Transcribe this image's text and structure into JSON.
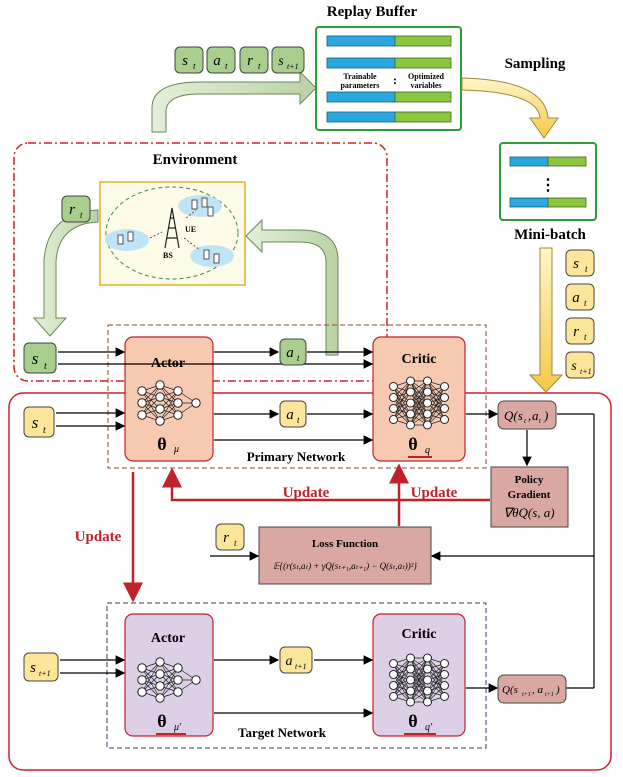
{
  "replay_buffer": {
    "title": "Replay Buffer",
    "left_caption": "Trainable parameters",
    "left_caption_1": "Trainable",
    "left_caption_2": "parameters",
    "right_caption_1": "Optimized",
    "right_caption_2": "variables",
    "dots": ":"
  },
  "sampling_label": "Sampling",
  "minibatch_label": "Mini-batch",
  "minibatch_dots": "⋮",
  "environment": {
    "title": "Environment",
    "ue_label": "UE",
    "bs_label": "BS"
  },
  "tuple": {
    "s": "s",
    "s_sub": "t",
    "a": "a",
    "a_sub": "t",
    "r": "r",
    "r_sub": "t",
    "s_next": "s",
    "s_next_sub": "t+1"
  },
  "primary_network": {
    "title": "Primary Network",
    "actor_label": "Actor",
    "actor_param": "θ",
    "actor_param_sub": "μ",
    "critic_label": "Critic",
    "critic_param": "θ",
    "critic_param_sub": "q"
  },
  "target_network": {
    "title": "Target Network",
    "actor_label": "Actor",
    "actor_param": "θ",
    "actor_param_sub": "μ'",
    "critic_label": "Critic",
    "critic_param": "θ",
    "critic_param_sub": "q'"
  },
  "q_primary": "Q(s",
  "q_target": "Q(s",
  "policy_gradient": {
    "line1": "Policy",
    "line2": "Gradient",
    "line3": "∇θQ(s, a)"
  },
  "loss_function": {
    "title": "Loss Function",
    "formula": "𝔼{(r(sₜ,aₜ) + γQ(sₜ₊₁,aₜ₊₁) − Q(sₜ,aₜ))²}"
  },
  "update_labels": {
    "left": "Update",
    "middle": "Update",
    "right": "Update"
  },
  "colors": {
    "red_dashed": "#d0202a",
    "accent_red": "#c0212a",
    "green_box": "#2e9d3a",
    "actor_fill": "#f8c9b1",
    "target_fill": "#ddd0e6",
    "tuple_green": "#a9cf8e",
    "tuple_yellow": "#fde699",
    "blue_bar": "#29a9df",
    "green_bar": "#8cc63f",
    "loss_fill": "#d9a8a2"
  }
}
